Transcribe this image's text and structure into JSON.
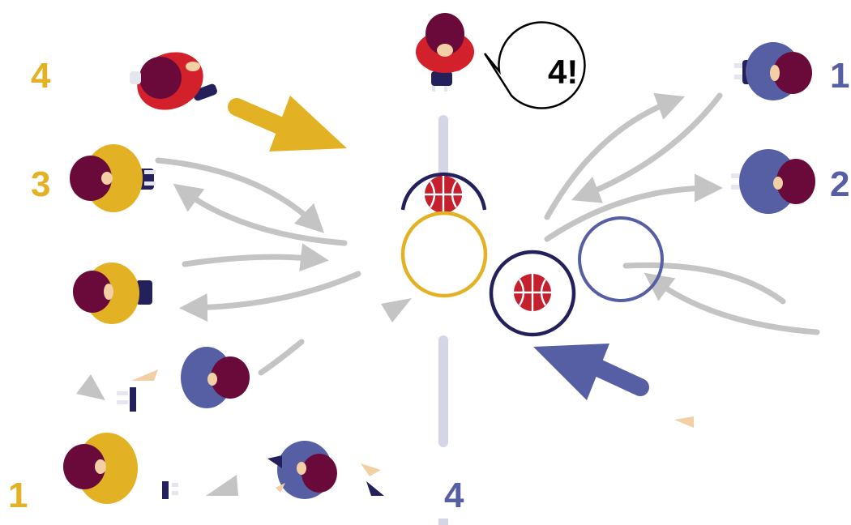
{
  "colors": {
    "yellow": "#e2b224",
    "blue": "#565ea4",
    "red": "#d3212b",
    "navy": "#23205b",
    "hair": "#6a0a3a",
    "skin": "#f2cfa5",
    "arrow_gray": "#c4c4c4",
    "midline": "#d4d6e8",
    "ball": "#c5202e"
  },
  "labels": {
    "yellow_top": "4",
    "yellow_second": "3",
    "yellow_bottom": "1",
    "blue_top": "1",
    "blue_second": "2",
    "blue_bottom": "4"
  },
  "speech": {
    "text": "4!"
  },
  "icons": {
    "ball": "basketball-icon",
    "player": "top-down-player-icon",
    "hoop": "ring-icon",
    "bubble": "speech-bubble-icon"
  }
}
